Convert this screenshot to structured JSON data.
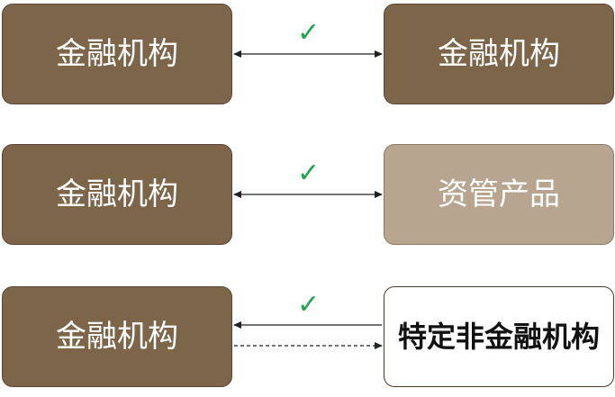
{
  "rows": [
    {
      "left_label": "金融机构",
      "right_label": "金融机构",
      "check": "✓",
      "connector": "solid-bidirectional"
    },
    {
      "left_label": "金融机构",
      "right_label": "资管产品",
      "check": "✓",
      "connector": "solid-bidirectional"
    },
    {
      "left_label": "金融机构",
      "right_label": "特定非金融机构",
      "check": "✓",
      "connector": "solid-left-dashed-right"
    }
  ],
  "colors": {
    "box_dark": "#7c6549",
    "box_light": "#b8a58f",
    "box_white": "#ffffff",
    "check_green": "#1aa64a",
    "line": "#222222"
  }
}
